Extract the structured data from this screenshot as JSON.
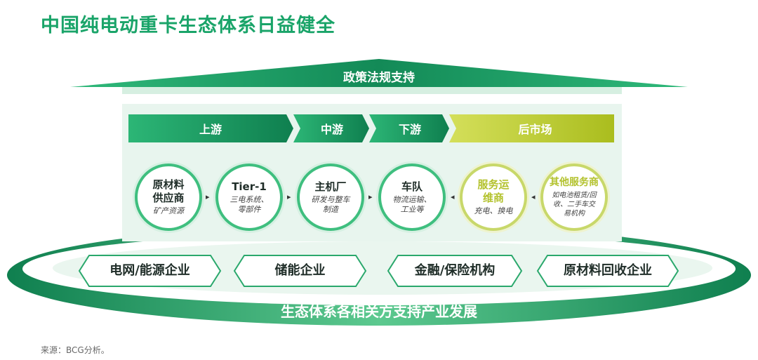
{
  "title": "中国纯电动重卡生态体系日益健全",
  "roof_label": "政策法规支持",
  "stages": [
    "上游",
    "中游",
    "下游",
    "后市场"
  ],
  "nodes": [
    {
      "name": "原材料\n供应商",
      "desc": "矿产资源"
    },
    {
      "name": "Tier-1",
      "desc": "三电系统、\n零部件"
    },
    {
      "name": "主机厂",
      "desc": "研发与整车\n制造"
    },
    {
      "name": "车队",
      "desc": "物流运输、\n工业等"
    },
    {
      "name": "服务运\n维商",
      "desc": "充电、换电"
    },
    {
      "name": "其他服务商",
      "desc": "如电池租赁/回\n收、二手车交\n易机构"
    }
  ],
  "ecosystem": [
    "电网/能源企业",
    "储能企业",
    "金融/保险机构",
    "原材料回收企业"
  ],
  "base_label": "生态体系各相关方支持产业发展",
  "source": "来源：BCG分析。",
  "colors": {
    "primary_green": "#1aa469",
    "light_green": "#e3f4ea",
    "lime": "#b9c928"
  }
}
